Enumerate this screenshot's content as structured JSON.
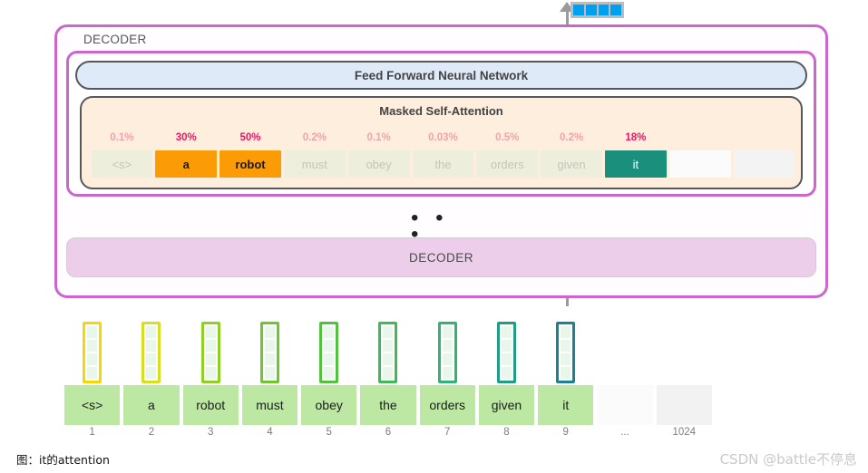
{
  "diagram": {
    "outer_decoder_label": "DECODER",
    "feed_forward_label": "Feed Forward Neural Network",
    "masked_attention_title": "Masked Self-Attention",
    "ellipsis": "• • •",
    "bottom_decoder_label": "DECODER"
  },
  "attention": {
    "percentages": [
      "0.1%",
      "30%",
      "50%",
      "0.2%",
      "0.1%",
      "0.03%",
      "0.5%",
      "0.2%",
      "18%",
      "",
      ""
    ],
    "highlight_flags": [
      false,
      true,
      true,
      false,
      false,
      false,
      false,
      false,
      true,
      false,
      false
    ],
    "tokens": [
      "<s>",
      "a",
      "robot",
      "must",
      "obey",
      "the",
      "orders",
      "given",
      "it",
      "",
      ""
    ],
    "token_styles": [
      "dim",
      "orange",
      "orange",
      "dim",
      "dim",
      "dim",
      "dim",
      "dim",
      "teal",
      "blank",
      "blank2"
    ]
  },
  "embeddings": {
    "vector_border_colors": [
      "#f5d800",
      "#d7e020",
      "#8ed024",
      "#6cc62c",
      "#52c23e",
      "#3cbb57",
      "#2eb473",
      "#1f9e85",
      "#1a8392"
    ],
    "cell_count": 4
  },
  "input_row": {
    "tokens": [
      "<s>",
      "a",
      "robot",
      "must",
      "obey",
      "the",
      "orders",
      "given",
      "it",
      "",
      ""
    ],
    "token_styles": [
      "token",
      "token",
      "token",
      "token",
      "token",
      "token",
      "token",
      "token",
      "token",
      "blank",
      "blank2"
    ],
    "indices": [
      "1",
      "2",
      "3",
      "4",
      "5",
      "6",
      "7",
      "8",
      "9",
      "...",
      "1024"
    ]
  },
  "vectors": {
    "top_chip_cells": 4,
    "mid_chip_cells": 4,
    "top_chip_color": "#009ff0",
    "mid_chip_color": "#5bbdf0"
  },
  "captions": {
    "figure_caption": "图：it的attention",
    "watermark": "CSDN @battle不停息"
  },
  "colors": {
    "decoder_border": "#cc66cc",
    "feed_forward_bg": "#dfeaf8",
    "attention_bg": "#fdeedd",
    "decoder_bar_bg": "#eccdea",
    "orange_token": "#fb9c06",
    "teal_token": "#1a8f7b",
    "green_token": "#bce8a4",
    "pct_low": "#f6a0ad",
    "pct_high": "#ef1266",
    "arrow": "#9b9b9b"
  }
}
